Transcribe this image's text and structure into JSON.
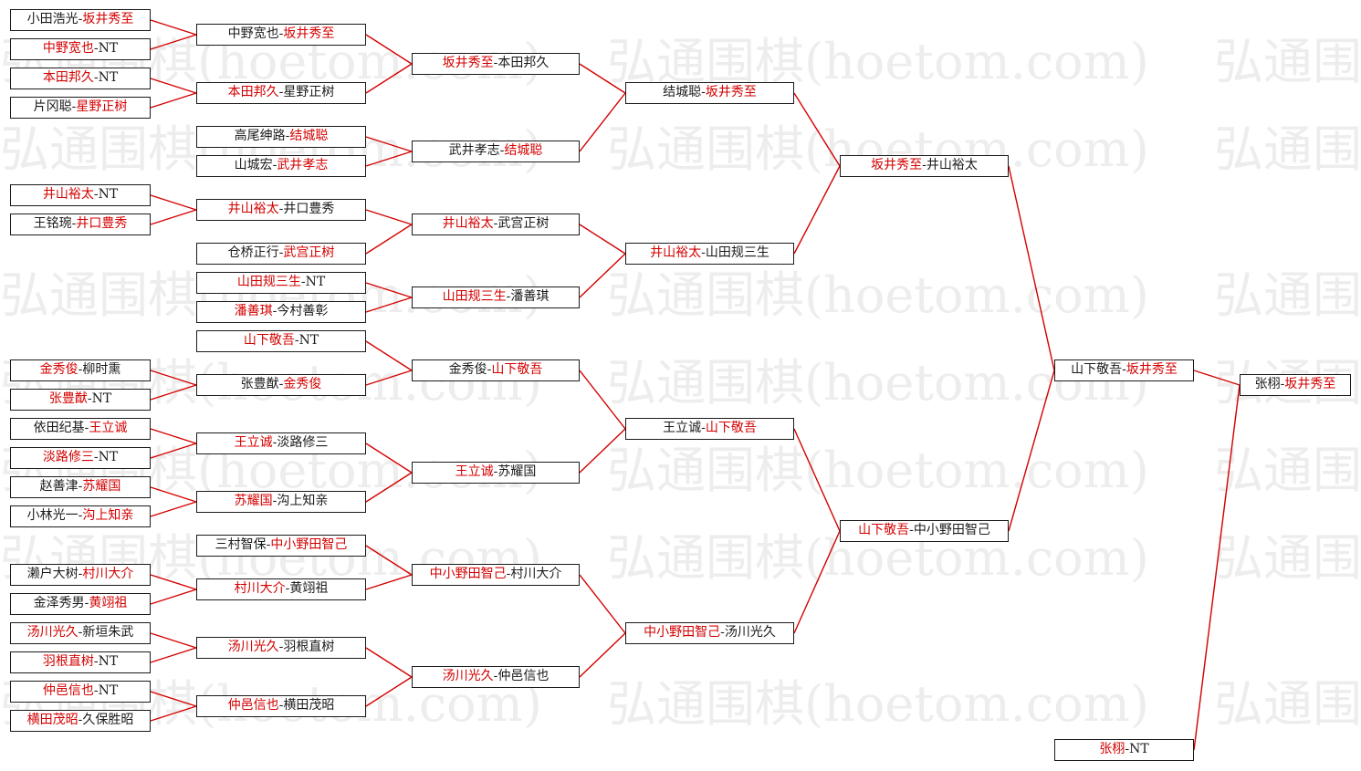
{
  "watermark": "弘通围棋(hoetom.com)",
  "colors": {
    "winner": "#d40000",
    "loser": "#1a1a1a",
    "line": "#d40000",
    "border": "#1a1a1a",
    "watermark": "#ededed"
  },
  "bracket": {
    "round1": [
      {
        "id": "r1-1",
        "left": "小田浩光",
        "right": "坂井秀至",
        "winner": "right"
      },
      {
        "id": "r1-2",
        "left": "中野宽也",
        "right": "NT",
        "winner": "left"
      },
      {
        "id": "r1-3",
        "left": "本田邦久",
        "right": "NT",
        "winner": "left"
      },
      {
        "id": "r1-4",
        "left": "片冈聪",
        "right": "星野正树",
        "winner": "right"
      },
      {
        "id": "r1-5",
        "left": "井山裕太",
        "right": "NT",
        "winner": "left"
      },
      {
        "id": "r1-6",
        "left": "王铭琬",
        "right": "井口豊秀",
        "winner": "right"
      },
      {
        "id": "r1-7",
        "left": "金秀俊",
        "right": "柳时熏",
        "winner": "left"
      },
      {
        "id": "r1-8",
        "left": "张豊猷",
        "right": "NT",
        "winner": "left"
      },
      {
        "id": "r1-9",
        "left": "依田纪基",
        "right": "王立诚",
        "winner": "right"
      },
      {
        "id": "r1-10",
        "left": "淡路修三",
        "right": "NT",
        "winner": "left"
      },
      {
        "id": "r1-11",
        "left": "赵善津",
        "right": "苏耀国",
        "winner": "right"
      },
      {
        "id": "r1-12",
        "left": "小林光一",
        "right": "沟上知亲",
        "winner": "right"
      },
      {
        "id": "r1-13",
        "left": "濑户大树",
        "right": "村川大介",
        "winner": "right"
      },
      {
        "id": "r1-14",
        "left": "金泽秀男",
        "right": "黄翊祖",
        "winner": "right"
      },
      {
        "id": "r1-15",
        "left": "汤川光久",
        "right": "新垣朱武",
        "winner": "left"
      },
      {
        "id": "r1-16",
        "left": "羽根直树",
        "right": "NT",
        "winner": "left"
      },
      {
        "id": "r1-17",
        "left": "仲邑信也",
        "right": "NT",
        "winner": "left"
      },
      {
        "id": "r1-18",
        "left": "横田茂昭",
        "right": "久保胜昭",
        "winner": "left"
      }
    ],
    "round2": [
      {
        "id": "r2-1",
        "left": "中野宽也",
        "right": "坂井秀至",
        "winner": "right"
      },
      {
        "id": "r2-2",
        "left": "本田邦久",
        "right": "星野正树",
        "winner": "left"
      },
      {
        "id": "r2-3",
        "left": "高尾绅路",
        "right": "结城聪",
        "winner": "right"
      },
      {
        "id": "r2-4",
        "left": "山城宏",
        "right": "武井孝志",
        "winner": "right"
      },
      {
        "id": "r2-5",
        "left": "井山裕太",
        "right": "井口豊秀",
        "winner": "left"
      },
      {
        "id": "r2-6",
        "left": "仓桥正行",
        "right": "武宫正树",
        "winner": "right"
      },
      {
        "id": "r2-7",
        "left": "山田规三生",
        "right": "NT",
        "winner": "left"
      },
      {
        "id": "r2-8",
        "left": "潘善琪",
        "right": "今村善彰",
        "winner": "left"
      },
      {
        "id": "r2-9",
        "left": "山下敬吾",
        "right": "NT",
        "winner": "left"
      },
      {
        "id": "r2-10",
        "left": "张豊猷",
        "right": "金秀俊",
        "winner": "right"
      },
      {
        "id": "r2-11",
        "left": "王立诚",
        "right": "淡路修三",
        "winner": "left"
      },
      {
        "id": "r2-12",
        "left": "苏耀国",
        "right": "沟上知亲",
        "winner": "left"
      },
      {
        "id": "r2-13",
        "left": "三村智保",
        "right": "中小野田智己",
        "winner": "right"
      },
      {
        "id": "r2-14",
        "left": "村川大介",
        "right": "黄翊祖",
        "winner": "left"
      },
      {
        "id": "r2-15",
        "left": "汤川光久",
        "right": "羽根直树",
        "winner": "left"
      },
      {
        "id": "r2-16",
        "left": "仲邑信也",
        "right": "横田茂昭",
        "winner": "left"
      }
    ],
    "round3": [
      {
        "id": "r3-1",
        "left": "坂井秀至",
        "right": "本田邦久",
        "winner": "left"
      },
      {
        "id": "r3-2",
        "left": "武井孝志",
        "right": "结城聪",
        "winner": "right"
      },
      {
        "id": "r3-3",
        "left": "井山裕太",
        "right": "武宫正树",
        "winner": "left"
      },
      {
        "id": "r3-4",
        "left": "山田规三生",
        "right": "潘善琪",
        "winner": "left"
      },
      {
        "id": "r3-5",
        "left": "金秀俊",
        "right": "山下敬吾",
        "winner": "right"
      },
      {
        "id": "r3-6",
        "left": "王立诚",
        "right": "苏耀国",
        "winner": "left"
      },
      {
        "id": "r3-7",
        "left": "中小野田智己",
        "right": "村川大介",
        "winner": "left"
      },
      {
        "id": "r3-8",
        "left": "汤川光久",
        "right": "仲邑信也",
        "winner": "left"
      }
    ],
    "round4": [
      {
        "id": "r4-1",
        "left": "结城聪",
        "right": "坂井秀至",
        "winner": "right"
      },
      {
        "id": "r4-2",
        "left": "井山裕太",
        "right": "山田规三生",
        "winner": "left"
      },
      {
        "id": "r4-3",
        "left": "王立诚",
        "right": "山下敬吾",
        "winner": "right"
      },
      {
        "id": "r4-4",
        "left": "中小野田智己",
        "right": "汤川光久",
        "winner": "left"
      }
    ],
    "round5": [
      {
        "id": "r5-1",
        "left": "坂井秀至",
        "right": "井山裕太",
        "winner": "left"
      },
      {
        "id": "r5-2",
        "left": "山下敬吾",
        "right": "中小野田智己",
        "winner": "left"
      }
    ],
    "round6": [
      {
        "id": "r6-1",
        "left": "山下敬吾",
        "right": "坂井秀至",
        "winner": "right"
      },
      {
        "id": "r6-2",
        "left": "张栩",
        "right": "NT",
        "winner": "left"
      }
    ],
    "final": [
      {
        "id": "r7-1",
        "left": "张栩",
        "right": "坂井秀至",
        "winner": "right"
      }
    ]
  }
}
